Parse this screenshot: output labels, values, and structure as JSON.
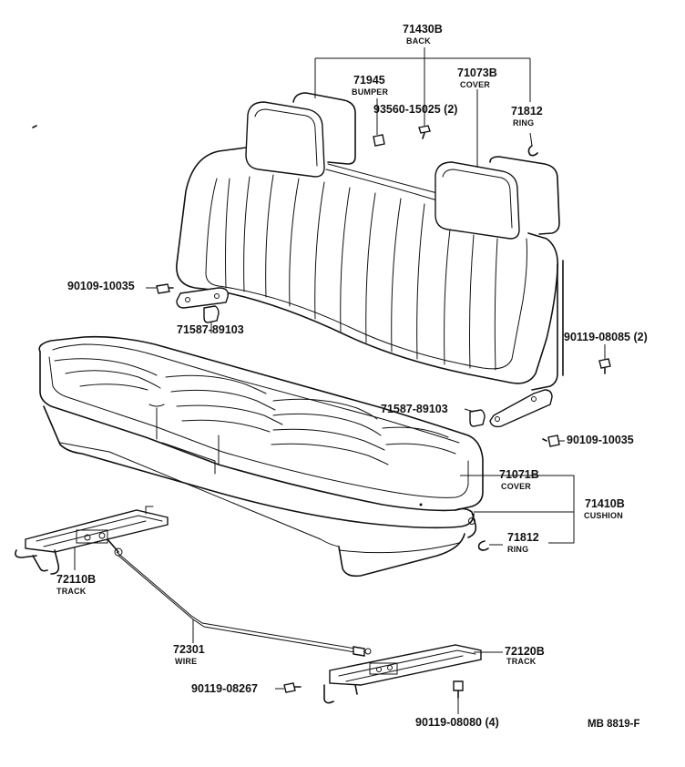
{
  "callouts": {
    "back": {
      "number": "71430B",
      "name": "BACK"
    },
    "bumper": {
      "number": "71945",
      "name": "BUMPER"
    },
    "back_cover": {
      "number": "71073B",
      "name": "COVER"
    },
    "bolt_back": {
      "number": "93560-15025 (2)"
    },
    "ring_top": {
      "number": "71812",
      "name": "RING"
    },
    "bolt_left": {
      "number": "90109-10035"
    },
    "hinge_left": {
      "number": "71587-89103"
    },
    "bolt_right_a": {
      "number": "90119-08085 (2)"
    },
    "hinge_right": {
      "number": "71587-89103"
    },
    "bolt_right_b": {
      "number": "90109-10035"
    },
    "cushion_cover": {
      "number": "71071B",
      "name": "COVER"
    },
    "cushion": {
      "number": "71410B",
      "name": "CUSHION"
    },
    "ring_bottom": {
      "number": "71812",
      "name": "RING"
    },
    "track_left": {
      "number": "72110B",
      "name": "TRACK"
    },
    "wire": {
      "number": "72301",
      "name": "WIRE"
    },
    "track_right": {
      "number": "72120B",
      "name": "TRACK"
    },
    "bolt_track_a": {
      "number": "90119-08267"
    },
    "bolt_track_b": {
      "number": "90119-08080 (4)"
    }
  },
  "diagram_ref": "MB 8819-F"
}
